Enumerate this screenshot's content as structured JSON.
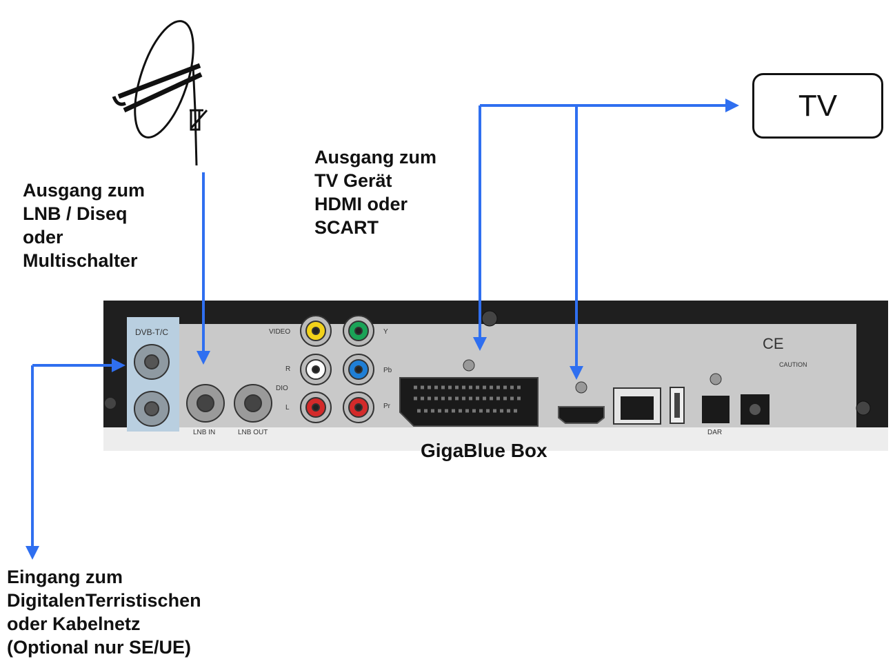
{
  "labels": {
    "lnb_output": "Ausgang zum\nLNB / Diseq\noder\nMultischalter",
    "tv_output": "Ausgang zum\nTV Gerät\nHDMI oder\nSCART",
    "terrestrial_input": "Eingang zum\nDigitalenTerristischen\noder Kabelnetz\n(Optional nur SE/UE)"
  },
  "tv": {
    "label": "TV"
  },
  "device": {
    "name": "GigaBlue Box"
  },
  "panel": {
    "dvb_label": "DVB-T/C",
    "video_label": "VIDEO",
    "y_label": "Y",
    "pb_label": "Pb",
    "pr_label": "Pr",
    "r_label": "R",
    "l_label": "L",
    "dio_label": "DIO",
    "lnb_in_label": "LNB IN",
    "lnb_out_label": "LNB OUT",
    "caution_label": "CAUTION",
    "ce_mark": "CE",
    "spdif_label": "DAR"
  },
  "colors": {
    "arrow": "#2f6ff0",
    "chassis": "#1f1f1f",
    "panel": "#c9c9c9",
    "rca_yellow": "#f2d21a",
    "rca_green": "#1aa357",
    "rca_white": "#ffffff",
    "rca_blue": "#1f7fd6",
    "rca_red": "#d32a2a"
  },
  "icons": [
    "satellite-dish-icon",
    "hdmi-port-icon",
    "scart-port-icon",
    "ethernet-port-icon",
    "usb-port-icon"
  ]
}
